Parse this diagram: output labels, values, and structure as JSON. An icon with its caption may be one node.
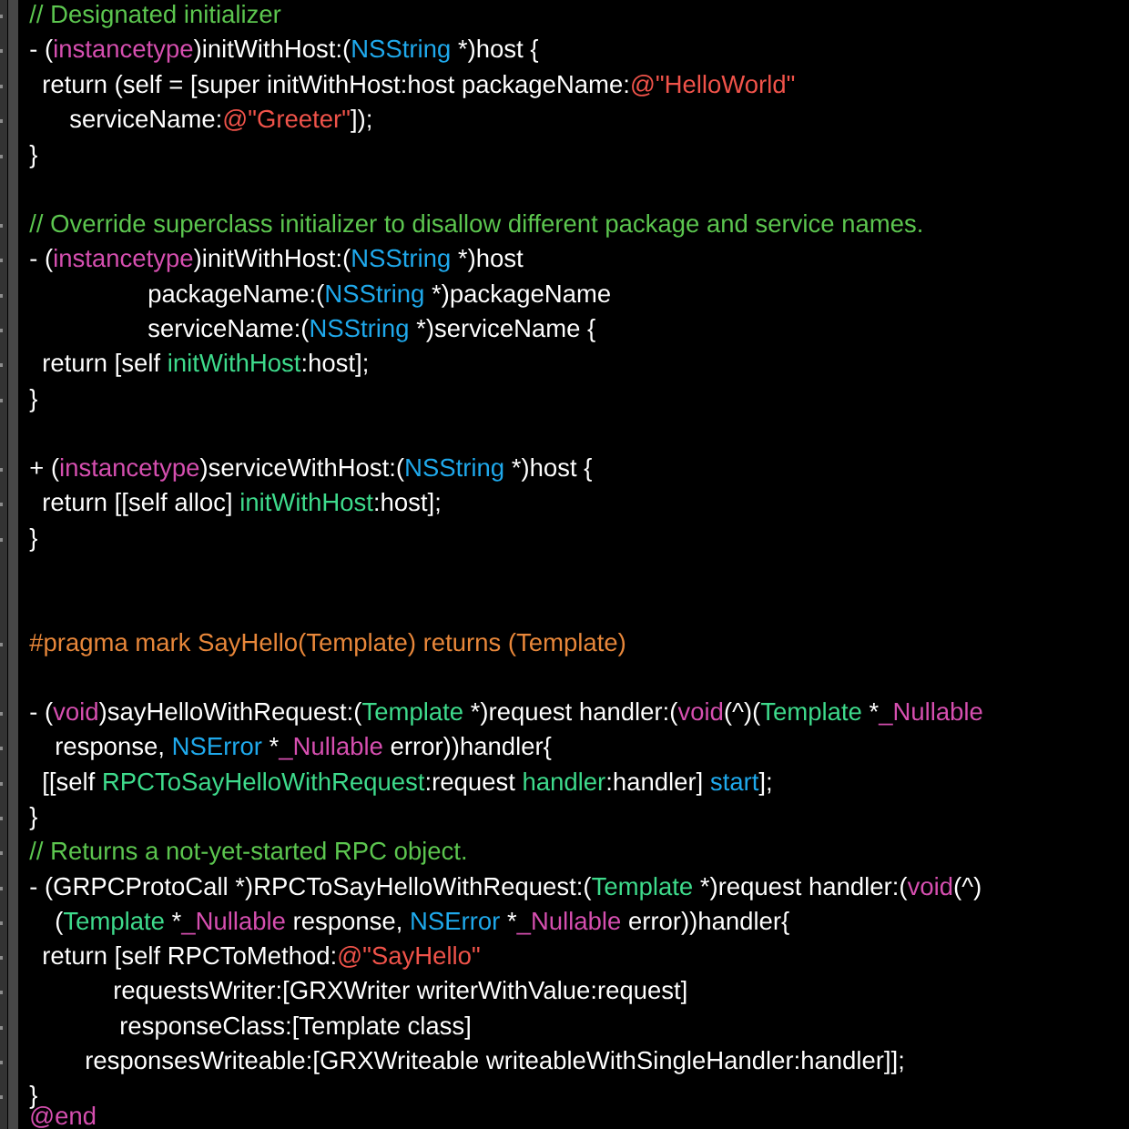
{
  "diagram": {
    "labels": [
      "// Designated initializer",
      "- (",
      "instancetype",
      ")initWithHost:(",
      "NSString",
      "*)host {",
      "return (self = [super initWithHost:host packageName:",
      "@\"HelloWorld\"",
      "serviceName:",
      "@\"Greeter\"",
      "]);",
      "}",
      "// Override superclass initializer to disallow different package and service names.",
      "- (",
      "instancetype",
      ")initWithHost:(",
      "NSString",
      "*)host",
      "packageName:(",
      "NSString",
      "*)packageName",
      "serviceName:(",
      "NSString",
      "*)serviceName {",
      "return [self",
      "initWithHost",
      ":host];",
      "}",
      "+ (",
      "instancetype",
      ")serviceWithHost:(",
      "NSString",
      "*)host {",
      "return [[self alloc]",
      "initWithHost",
      ":host];",
      "}",
      "#pragma mark SayHello(Template) returns (Template)",
      "- (",
      "void",
      ")sayHelloWithRequest:(",
      "Template",
      "*)request handler:(",
      "void",
      "(^)(",
      "Template",
      "*",
      "_Nullable",
      "response,",
      "NSError",
      "*",
      "_Nullable",
      "error))handler{",
      "[[self",
      "RPCToSayHelloWithRequest",
      ":request",
      "handler",
      ":handler]",
      "start",
      "];",
      "}",
      "// Returns a not-yet-started RPC object.",
      "- (GRPCProtoCall *)RPCToSayHelloWithRequest:(",
      "Template",
      "*)request handler:(",
      "void",
      "(^)",
      "(",
      "Template",
      "*",
      "_Nullable",
      "response,",
      "NSError",
      "*",
      "_Nullable",
      "error))handler{",
      "return [self RPCToMethod:",
      "@\"SayHello\"",
      "requestsWriter:[GRXWriter writerWithValue:request]",
      "responseClass:[Template class]",
      "responsesWriteable:[GRXWriteable writeableWithSingleHandler:handler]];",
      "}",
      "@end"
    ]
  }
}
